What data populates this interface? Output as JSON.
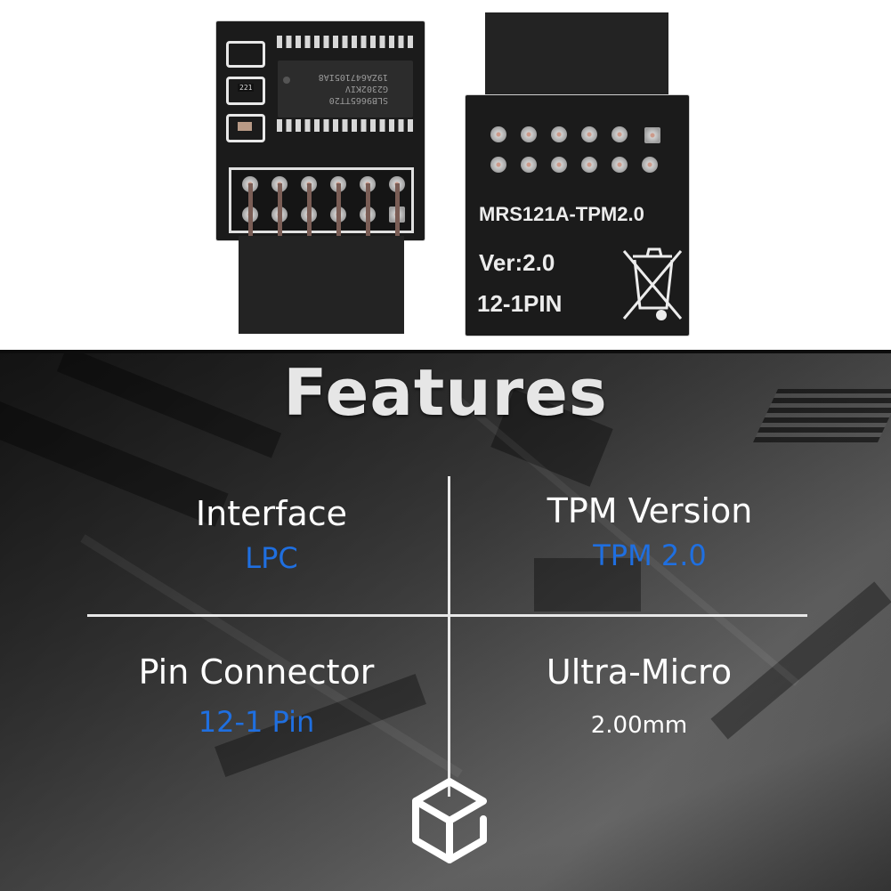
{
  "product_photo": {
    "front_board": {
      "chip_markings": [
        "SLB9665TT20",
        "G2302KIV",
        "19ZA647105IA8"
      ],
      "resistor_marking": "221",
      "pin_rows": 2,
      "pins_per_row": 6
    },
    "back_board": {
      "silkscreen": {
        "model": "MRS121A-TPM2.0",
        "version": "Ver:2.0",
        "pins": "12-1PIN"
      },
      "icon": "weee-crossed-bin-icon"
    }
  },
  "features": {
    "title": "Features",
    "items": [
      {
        "label": "Interface",
        "value": "LPC",
        "value_color": "#1f6fe0"
      },
      {
        "label": "TPM Version",
        "value": "TPM 2.0",
        "value_color": "#1f6fe0"
      },
      {
        "label": "Pin Connector",
        "value": "12-1 Pin",
        "value_color": "#1f6fe0"
      },
      {
        "label": "Ultra-Micro",
        "value": "2.00mm",
        "value_color": "#ffffff"
      }
    ],
    "bottom_icon": "cube-icon"
  },
  "colors": {
    "accent_blue": "#1f6fe0",
    "title_text": "#e6e6e6",
    "pcb_black": "#1b1b1b"
  }
}
